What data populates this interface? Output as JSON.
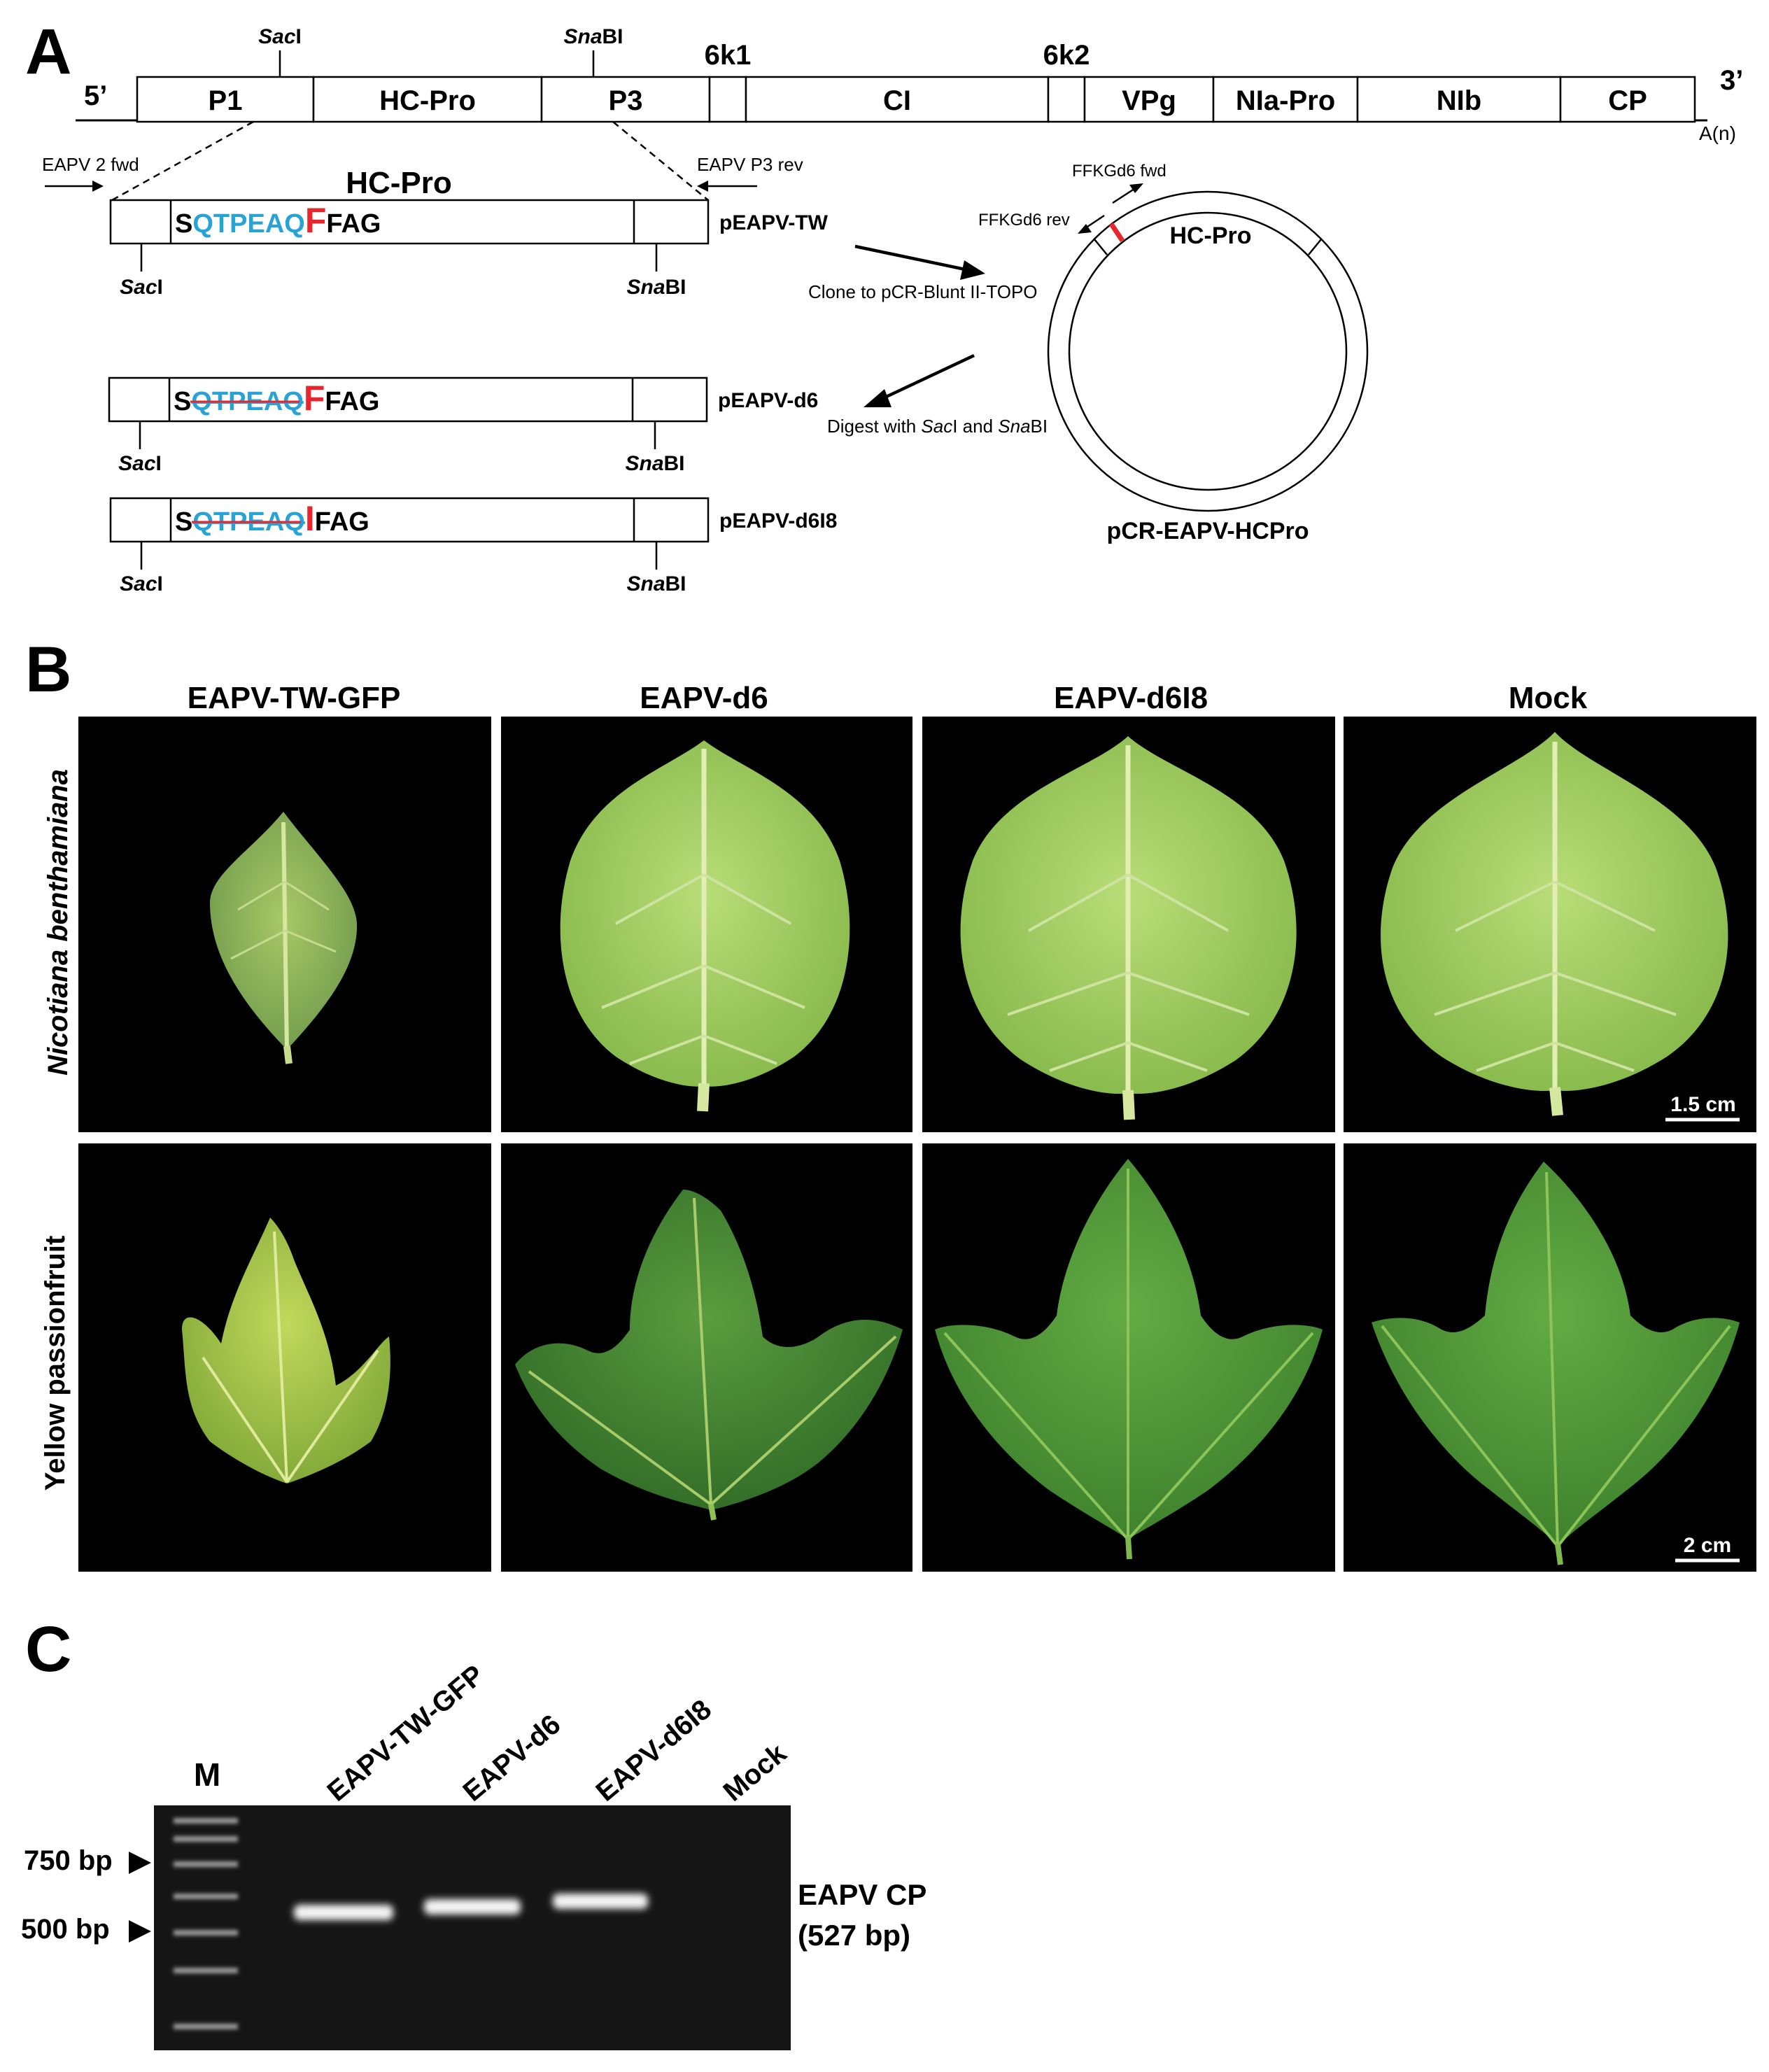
{
  "panel_a": {
    "label": "A",
    "genome": {
      "five_prime": "5’",
      "three_prime": "3’",
      "poly_a": "A(n)",
      "segments": [
        {
          "id": "p1",
          "label": "P1"
        },
        {
          "id": "hcpro",
          "label": "HC-Pro"
        },
        {
          "id": "p3",
          "label": "P3"
        },
        {
          "id": "6k1",
          "label": "6k1"
        },
        {
          "id": "ci",
          "label": "CI"
        },
        {
          "id": "6k2",
          "label": "6k2"
        },
        {
          "id": "vpg",
          "label": "VPg"
        },
        {
          "id": "nlapro",
          "label": "NIa-Pro"
        },
        {
          "id": "nlb",
          "label": "NIb"
        },
        {
          "id": "cp",
          "label": "CP"
        }
      ],
      "sites": {
        "saci": {
          "italic": "Sac",
          "rest": "I"
        },
        "snabi": {
          "italic": "Sna",
          "rest": "BI"
        }
      }
    },
    "primers": {
      "fwd": "EAPV 2 fwd",
      "rev": "EAPV P3 rev",
      "ffk_fwd": "FFKGd6 fwd",
      "ffk_rev": "FFKGd6 rev"
    },
    "insert_title": "HC-Pro",
    "constructs": [
      {
        "id": "tw",
        "name": "pEAPV-TW",
        "seq_s": "S",
        "seq_motif": "QTPEAQ",
        "seq_res": "F",
        "seq_tail": "FAG",
        "deleted": false
      },
      {
        "id": "d6",
        "name": "pEAPV-d6",
        "seq_s": "S",
        "seq_motif": "QTPEAQ",
        "seq_res": "F",
        "seq_tail": "FAG",
        "deleted": true
      },
      {
        "id": "d6i8",
        "name": "pEAPV-d6I8",
        "seq_s": "S",
        "seq_motif": "QTPEAQ",
        "seq_res": "I",
        "seq_tail": "FAG",
        "deleted": true
      }
    ],
    "plasmid": {
      "name": "pCR-EAPV-HCPro",
      "insert_label": "HC-Pro",
      "step_clone": "Clone to pCR-Blunt II-TOPO",
      "step_digest_prefix": "Digest with ",
      "step_digest_mid": " and "
    }
  },
  "panel_b": {
    "label": "B",
    "columns": [
      "EAPV-TW-GFP",
      "EAPV-d6",
      "EAPV-d6I8",
      "Mock"
    ],
    "rows": [
      "Nicotiana benthamiana",
      "Yellow passionfruit"
    ],
    "scale_bars": [
      "1.5 cm",
      "2 cm"
    ]
  },
  "panel_c": {
    "label": "C",
    "marker": "M",
    "lanes": [
      "EAPV-TW-GFP",
      "EAPV-d6",
      "EAPV-d6I8",
      "Mock"
    ],
    "size_markers": [
      "750 bp",
      "500 bp"
    ],
    "band_label_1": "EAPV CP",
    "band_label_2": "(527 bp)"
  },
  "colors": {
    "motif_blue": "#29a3d6",
    "residue_red": "#e8262e",
    "nb_leaf": "#9fcc5c",
    "pf_leaf": "#4e9438",
    "tw_pf_leaf": "#a7c548"
  }
}
